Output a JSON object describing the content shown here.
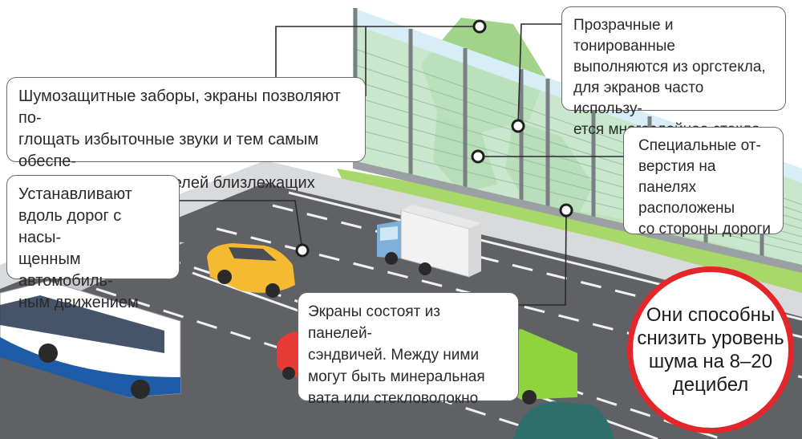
{
  "callouts": {
    "fences": "Шумозащитные заборы, экраны позволяют по-\nглощать избыточные звуки и тем самым обеспе-\nчивают комфорт жителей близлежащих домов",
    "roads": "Устанавливают\nвдоль дорог с насы-\nщенным автомобиль-\nным движением",
    "plexiglass": "Прозрачные и тонированные\nвыполняются из оргстекла,\nдля экранов часто использу-\nется многослойное стекло",
    "holes": "Специальные от-\nверстия на панелях\nрасположены\nсо стороны дороги",
    "panels": "Экраны состоят из панелей-\nсэндвичей. Между ними\nмогут быть минеральная\nвата или стекловолокно"
  },
  "badge": {
    "text": "Они способны\nснизить уровень\nшума на 8–20\nдецибел",
    "border_color": "#e4262b"
  },
  "colors": {
    "road": "#5f6165",
    "sidewalk": "#d9dadc",
    "grass": "#a8d86a",
    "panel_glass": "#bfe3c4",
    "tree": "#a2d38a",
    "taxi": "#f6b932",
    "bus_blue": "#1f5ca8",
    "red_car": "#e53a35",
    "green_van": "#8fd43f",
    "truck_cab": "#7fb0d8",
    "leader_line": "#2b2b2b"
  }
}
